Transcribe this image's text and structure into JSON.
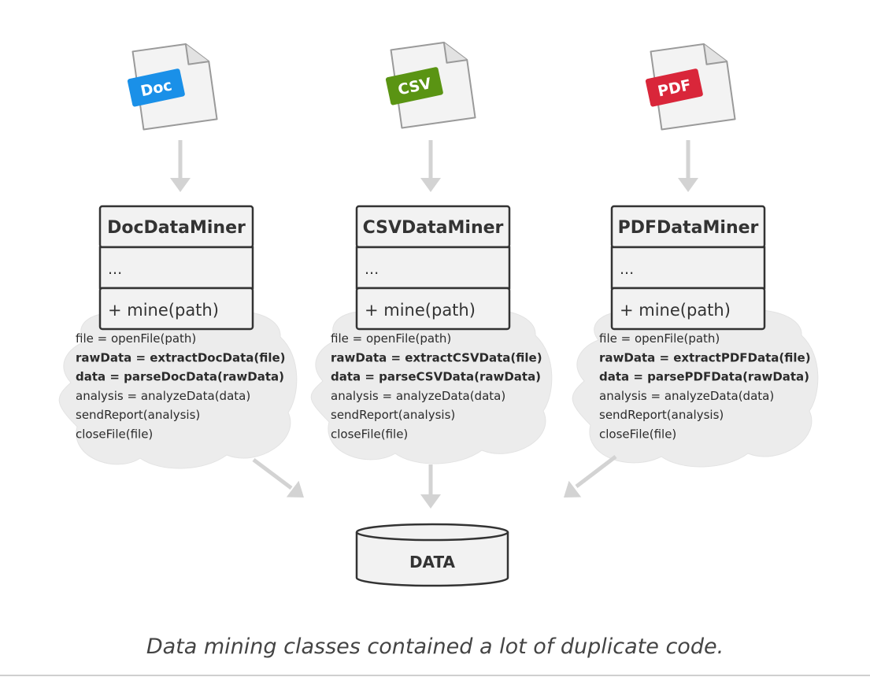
{
  "colors": {
    "doc_badge": "#1a90e8",
    "csv_badge": "#5a9413",
    "pdf_badge": "#d9263a",
    "arrow": "#d3d3d3",
    "cloud": "#ececec",
    "box_fill": "#f2f2f2",
    "box_stroke": "#333333"
  },
  "miners": [
    {
      "icon": "doc-file-icon",
      "file_label": "Doc",
      "class_name": "DocDataMiner",
      "fields": "...",
      "method": "+ mine(path)",
      "code": [
        {
          "text": "file = openFile(path)",
          "bold": false
        },
        {
          "text": "rawData = extractDocData(file)",
          "bold": true
        },
        {
          "text": "data = parseDocData(rawData)",
          "bold": true
        },
        {
          "text": "analysis = analyzeData(data)",
          "bold": false
        },
        {
          "text": "sendReport(analysis)",
          "bold": false
        },
        {
          "text": "closeFile(file)",
          "bold": false
        }
      ]
    },
    {
      "icon": "csv-file-icon",
      "file_label": "CSV",
      "class_name": "CSVDataMiner",
      "fields": "...",
      "method": "+ mine(path)",
      "code": [
        {
          "text": "file = openFile(path)",
          "bold": false
        },
        {
          "text": "rawData = extractCSVData(file)",
          "bold": true
        },
        {
          "text": "data = parseCSVData(rawData)",
          "bold": true
        },
        {
          "text": "analysis = analyzeData(data)",
          "bold": false
        },
        {
          "text": "sendReport(analysis)",
          "bold": false
        },
        {
          "text": "closeFile(file)",
          "bold": false
        }
      ]
    },
    {
      "icon": "pdf-file-icon",
      "file_label": "PDF",
      "class_name": "PDFDataMiner",
      "fields": "...",
      "method": "+ mine(path)",
      "code": [
        {
          "text": "file = openFile(path)",
          "bold": false
        },
        {
          "text": "rawData = extractPDFData(file)",
          "bold": true
        },
        {
          "text": "data = parsePDFData(rawData)",
          "bold": true
        },
        {
          "text": "analysis = analyzeData(data)",
          "bold": false
        },
        {
          "text": "sendReport(analysis)",
          "bold": false
        },
        {
          "text": "closeFile(file)",
          "bold": false
        }
      ]
    }
  ],
  "database": {
    "label": "DATA",
    "icon": "database-icon"
  },
  "caption": "Data mining classes contained a lot of duplicate code."
}
